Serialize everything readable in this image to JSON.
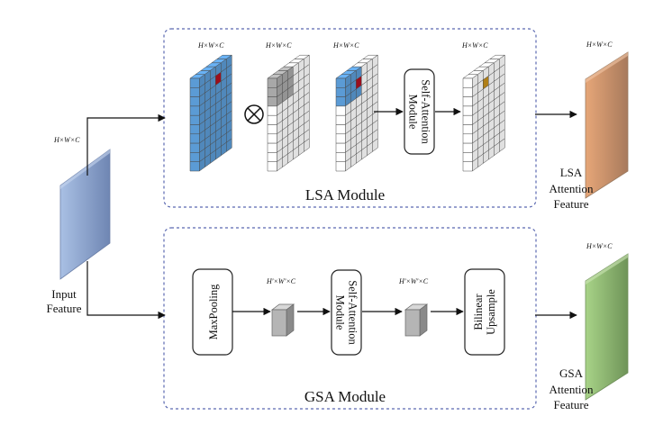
{
  "input": {
    "dim": "H×W×C",
    "label_line1": "Input",
    "label_line2": "Feature"
  },
  "lsa": {
    "title": "LSA Module",
    "dims": [
      "H×W×C",
      "H×W×C",
      "H×W×C",
      "H×W×C"
    ],
    "attention_box": {
      "line1": "Self-Attention",
      "line2": "Module"
    },
    "output_dim": "H×W×C",
    "output_label": [
      "LSA",
      "Attention",
      "Feature"
    ]
  },
  "gsa": {
    "title": "GSA Module",
    "maxpool_label": "MaxPooling",
    "dims": [
      "H′×W′×C",
      "H′×W′×C"
    ],
    "attention_box": {
      "line1": "Self-Attention",
      "line2": "Module"
    },
    "upsample_box": {
      "line1": "Bilinear",
      "line2": "Upsample"
    },
    "output_dim": "H×W×C",
    "output_label": [
      "GSA",
      "Attention",
      "Feature"
    ]
  },
  "colors": {
    "module_border": "#5a68b0",
    "cell_blue": "#5b9bd5",
    "cell_gray": "#a8a8a8",
    "highlight_red": "#b01020",
    "highlight_orange": "#c8901a",
    "input_front": "#8fa9d4",
    "lsa_out_front": "#c08c68",
    "gsa_out_front": "#8bb46a"
  }
}
